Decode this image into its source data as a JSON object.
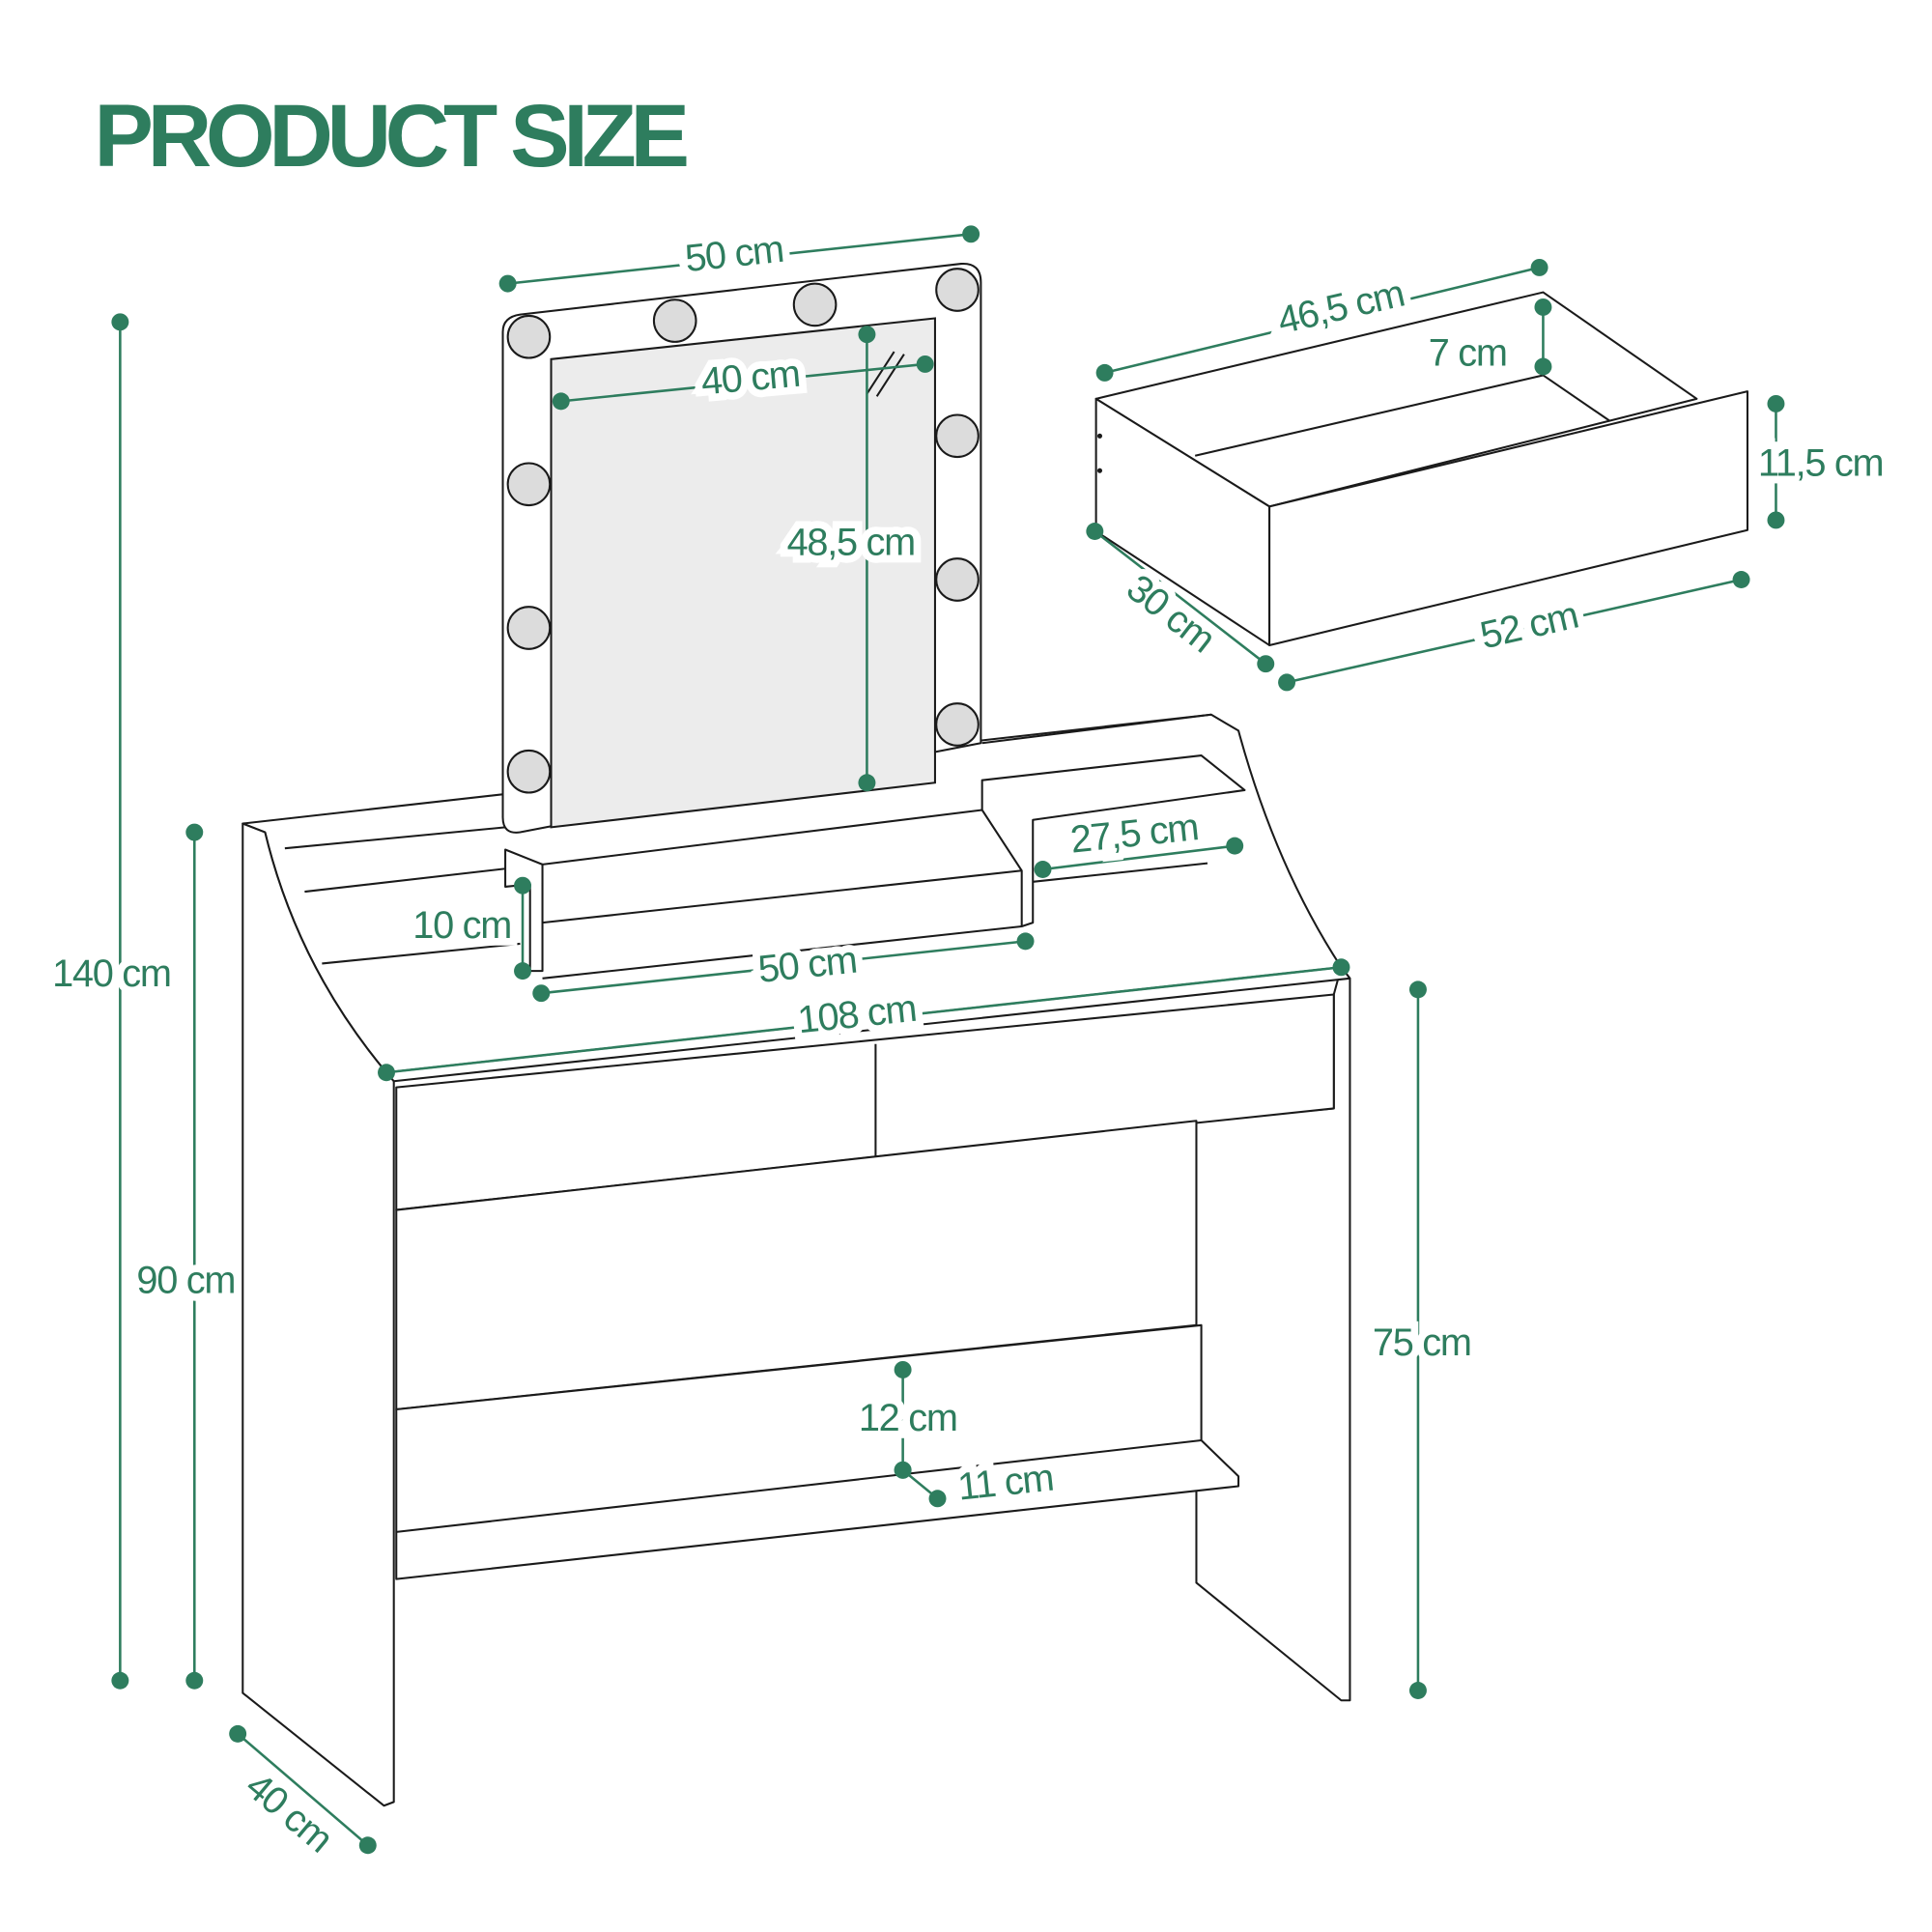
{
  "title": "PRODUCT SIZE",
  "accent_color": "#2e7d5e",
  "dimensions": {
    "mirror_width": "50 cm",
    "mirror_glass_width": "40 cm",
    "mirror_glass_height": "48,5 cm",
    "drawer_inner_width": "46,5 cm",
    "drawer_inner_height": "7 cm",
    "drawer_front_height": "11,5 cm",
    "drawer_depth": "30 cm",
    "drawer_front_width": "52 cm",
    "total_height": "140 cm",
    "hutch_height": "90 cm",
    "desk_height": "75 cm",
    "side_shelf_width": "27,5 cm",
    "shelf_step_height": "10 cm",
    "mirror_base_width": "50 cm",
    "desk_width": "108 cm",
    "lower_shelf_gap": "12 cm",
    "lower_shelf_depth": "11 cm",
    "desk_depth": "40 cm"
  }
}
